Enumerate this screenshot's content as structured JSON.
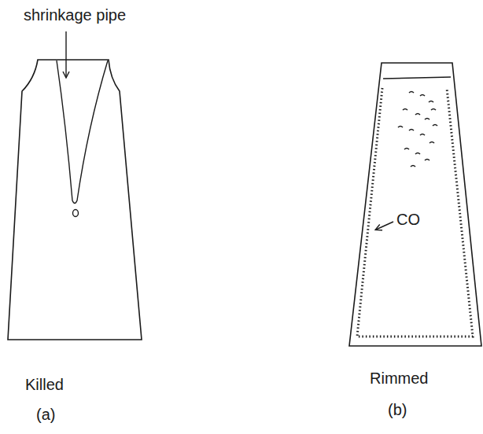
{
  "diagram": {
    "labels": [
      "shrinkage pipe",
      "Killed",
      "(a)",
      "CO",
      "Rimmed",
      "(b)"
    ]
  }
}
